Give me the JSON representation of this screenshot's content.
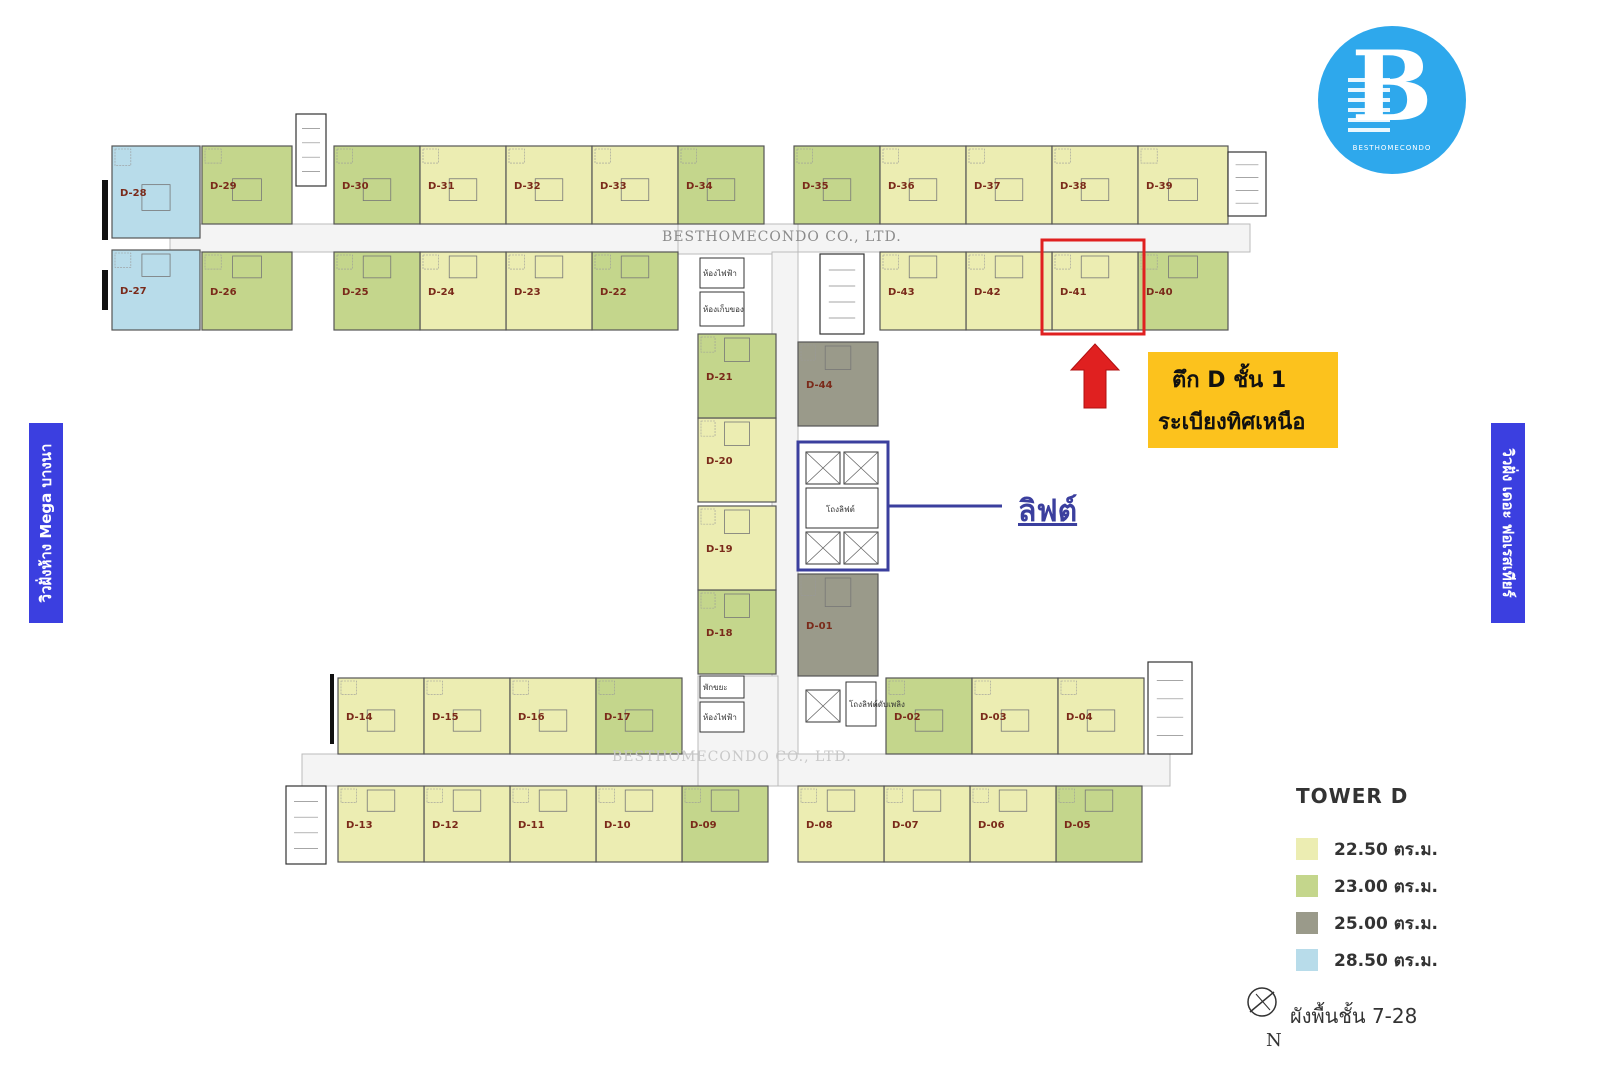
{
  "colors": {
    "size_22_50": "#ecedb2",
    "size_23_00": "#c4d68c",
    "size_25_00": "#9a9a8a",
    "size_28_50": "#b8dcea",
    "accent_blue": "#3b3fe0",
    "callout_yellow": "#fcc21d",
    "highlight_red": "#e02020"
  },
  "logo": {
    "letter": "B",
    "text": "BESTHOMECONDO"
  },
  "watermarks": [
    "BESTHOMECONDO CO., LTD.",
    "BESTHOMECONDO CO., LTD."
  ],
  "views": {
    "left": "วิวฝั่งห้าง Mega บางนา",
    "right": "วิวฝั่ง เดอะ ฟอเรสเทียร์"
  },
  "callout": {
    "line1": "ตึก D ชั้น 1",
    "line2": "ระเบียงทิศเหนือ"
  },
  "lift_label": "ลิฟต์",
  "lift_lobby_label": "โถงลิฟต์",
  "service_rooms": {
    "electric_1": "ห้องไฟฟ้า",
    "storage": "ห้องเก็บของ",
    "garbage": "พักขยะ",
    "electric_2": "ห้องไฟฟ้า",
    "fire_lobby": "โถงลิฟต์ดับเพลิง"
  },
  "units": [
    {
      "id": "D-01",
      "size": "25.00"
    },
    {
      "id": "D-02",
      "size": "23.00"
    },
    {
      "id": "D-03",
      "size": "22.50"
    },
    {
      "id": "D-04",
      "size": "22.50"
    },
    {
      "id": "D-05",
      "size": "23.00"
    },
    {
      "id": "D-06",
      "size": "22.50"
    },
    {
      "id": "D-07",
      "size": "22.50"
    },
    {
      "id": "D-08",
      "size": "22.50"
    },
    {
      "id": "D-09",
      "size": "23.00"
    },
    {
      "id": "D-10",
      "size": "22.50"
    },
    {
      "id": "D-11",
      "size": "22.50"
    },
    {
      "id": "D-12",
      "size": "22.50"
    },
    {
      "id": "D-13",
      "size": "22.50"
    },
    {
      "id": "D-14",
      "size": "22.50"
    },
    {
      "id": "D-15",
      "size": "22.50"
    },
    {
      "id": "D-16",
      "size": "22.50"
    },
    {
      "id": "D-17",
      "size": "23.00"
    },
    {
      "id": "D-18",
      "size": "23.00"
    },
    {
      "id": "D-19",
      "size": "22.50"
    },
    {
      "id": "D-20",
      "size": "22.50"
    },
    {
      "id": "D-21",
      "size": "23.00"
    },
    {
      "id": "D-22",
      "size": "23.00"
    },
    {
      "id": "D-23",
      "size": "22.50"
    },
    {
      "id": "D-24",
      "size": "22.50"
    },
    {
      "id": "D-25",
      "size": "23.00"
    },
    {
      "id": "D-26",
      "size": "23.00"
    },
    {
      "id": "D-27",
      "size": "28.50"
    },
    {
      "id": "D-28",
      "size": "28.50"
    },
    {
      "id": "D-29",
      "size": "23.00"
    },
    {
      "id": "D-30",
      "size": "23.00"
    },
    {
      "id": "D-31",
      "size": "22.50"
    },
    {
      "id": "D-32",
      "size": "22.50"
    },
    {
      "id": "D-33",
      "size": "22.50"
    },
    {
      "id": "D-34",
      "size": "23.00"
    },
    {
      "id": "D-35",
      "size": "23.00"
    },
    {
      "id": "D-36",
      "size": "22.50"
    },
    {
      "id": "D-37",
      "size": "22.50"
    },
    {
      "id": "D-38",
      "size": "22.50"
    },
    {
      "id": "D-39",
      "size": "22.50"
    },
    {
      "id": "D-40",
      "size": "23.00"
    },
    {
      "id": "D-41",
      "size": "22.50"
    },
    {
      "id": "D-42",
      "size": "22.50"
    },
    {
      "id": "D-43",
      "size": "22.50"
    },
    {
      "id": "D-44",
      "size": "25.00"
    }
  ],
  "highlighted_unit": "D-41",
  "legend": {
    "title": "TOWER D",
    "items": [
      {
        "label": "22.50 ตร.ม.",
        "color": "#ecedb2"
      },
      {
        "label": "23.00 ตร.ม.",
        "color": "#c4d68c"
      },
      {
        "label": "25.00 ตร.ม.",
        "color": "#9a9a8a"
      },
      {
        "label": "28.50 ตร.ม.",
        "color": "#b8dcea"
      }
    ]
  },
  "floor_label": "ผังพื้นชั้น 7-28",
  "compass": "N"
}
